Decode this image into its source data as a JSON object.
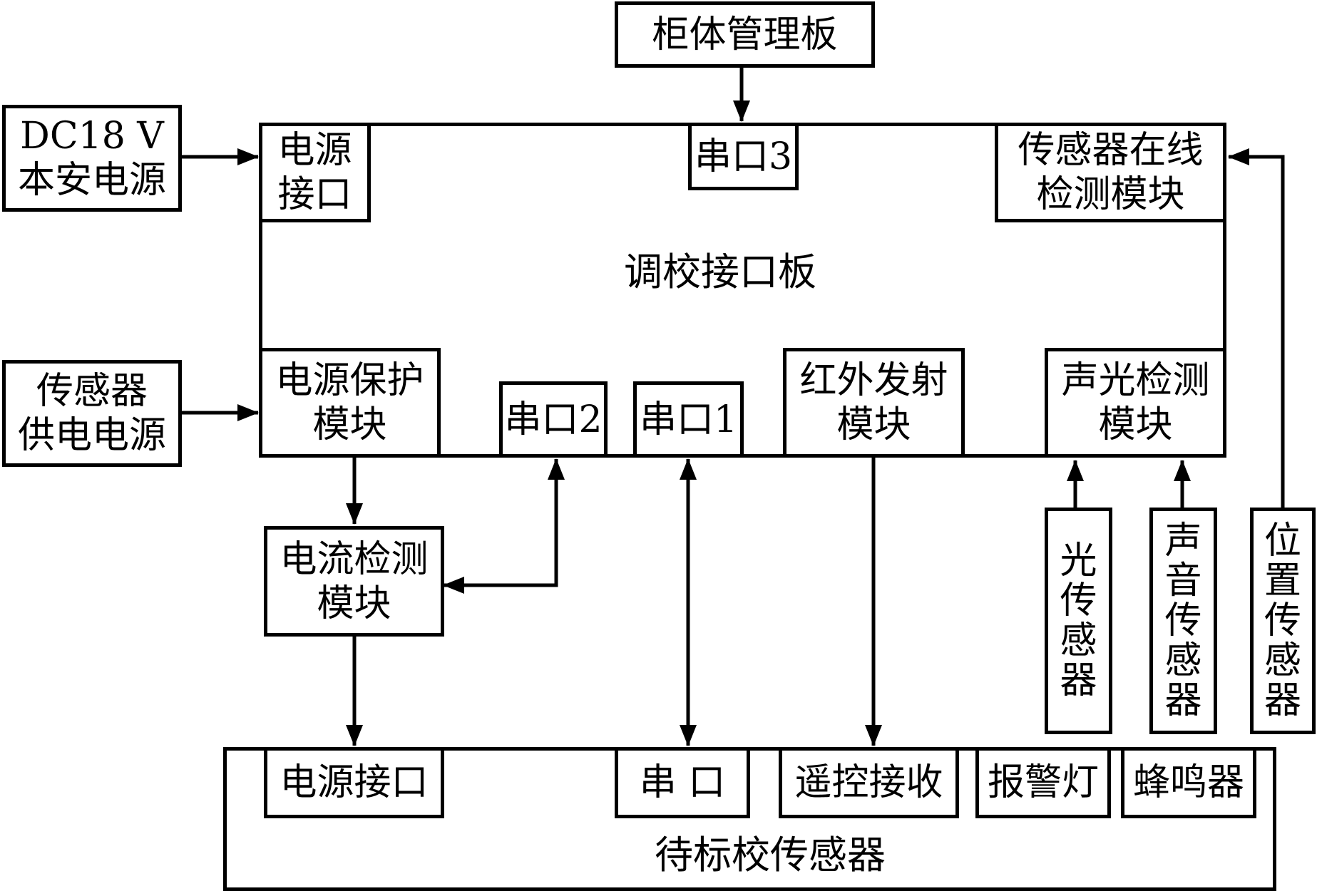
{
  "nodes": {
    "cabinet_board": "柜体管理板",
    "dc18v_source": "DC18 V\n本安电源",
    "sensor_supply": "传感器\n供电电源",
    "board_title": "调校接口板",
    "power_interface": "电源\n接口",
    "serial3": "串口3",
    "sensor_online": "传感器在线\n检测模块",
    "power_protect": "电源保护\n模块",
    "serial2": "串口2",
    "serial1": "串口1",
    "ir_emit": "红外发射\n模块",
    "sound_light": "声光检测\n模块",
    "current_detect": "电流检测\n模块",
    "light_sensor": "光\n传\n感\n器",
    "sound_sensor": "声\n音\n传\n感\n器",
    "position_sensor": "位\n置\n传\n感\n器",
    "target_power": "电源接口",
    "target_serial": "串 口",
    "remote_recv": "遥控接收",
    "alarm_lamp": "报警灯",
    "buzzer": "蜂鸣器",
    "target_title": "待标校传感器"
  }
}
